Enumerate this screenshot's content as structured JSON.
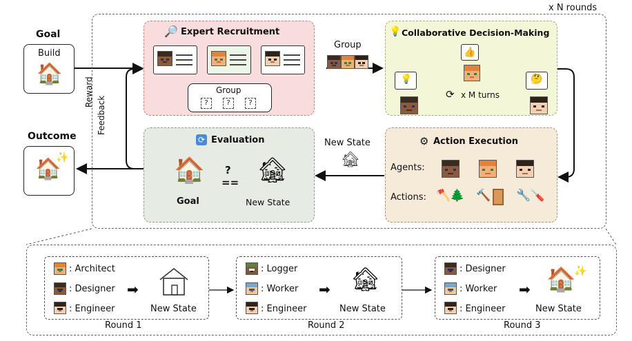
{
  "top": {
    "rounds_label": "x N rounds",
    "goal_title": "Goal",
    "goal_card_label": "Build",
    "outcome_title": "Outcome",
    "reward_feedback": [
      "Reward",
      "Feedback"
    ]
  },
  "stages": {
    "recruitment_title": "Expert Recruitment",
    "group_label": "Group",
    "group_slots": [
      "?",
      "?",
      "?"
    ],
    "group_arrow_label": "Group",
    "decision_title": "Collaborative Decision-Making",
    "turns_label": "x M turns",
    "execution_title": "Action Execution",
    "agents_label": "Agents:",
    "actions_label": "Actions:",
    "new_state_arrow_label": "New State",
    "evaluation_title": "Evaluation",
    "eval_question": "?",
    "eval_equals": "==",
    "eval_goal_label": "Goal",
    "eval_state_label": "New State"
  },
  "rounds": [
    {
      "title": "Round 1",
      "roles": [
        ": Architect",
        ": Designer",
        ": Engineer"
      ],
      "result_label": "New State"
    },
    {
      "title": "Round 2",
      "roles": [
        ": Logger",
        ": Worker",
        ": Engineer"
      ],
      "result_label": "New State"
    },
    {
      "title": "Round 3",
      "roles": [
        ": Designer",
        ": Worker",
        ": Engineer"
      ],
      "result_label": "New State"
    }
  ],
  "icons": [
    "magnifier-icon",
    "lightbulb-icon",
    "thumbs-up-icon",
    "thinking-icon",
    "refresh-icon",
    "gear-icon",
    "house-icon",
    "sparkles-icon",
    "axe-icon",
    "tree-icon",
    "hammer-icon",
    "door-icon",
    "wrench-icon"
  ],
  "colors": {
    "recruitment_bg": "#f9dcdc",
    "decision_bg": "#f4f6d8",
    "execution_bg": "#f6ead9",
    "evaluation_bg": "#e6ebe4"
  }
}
